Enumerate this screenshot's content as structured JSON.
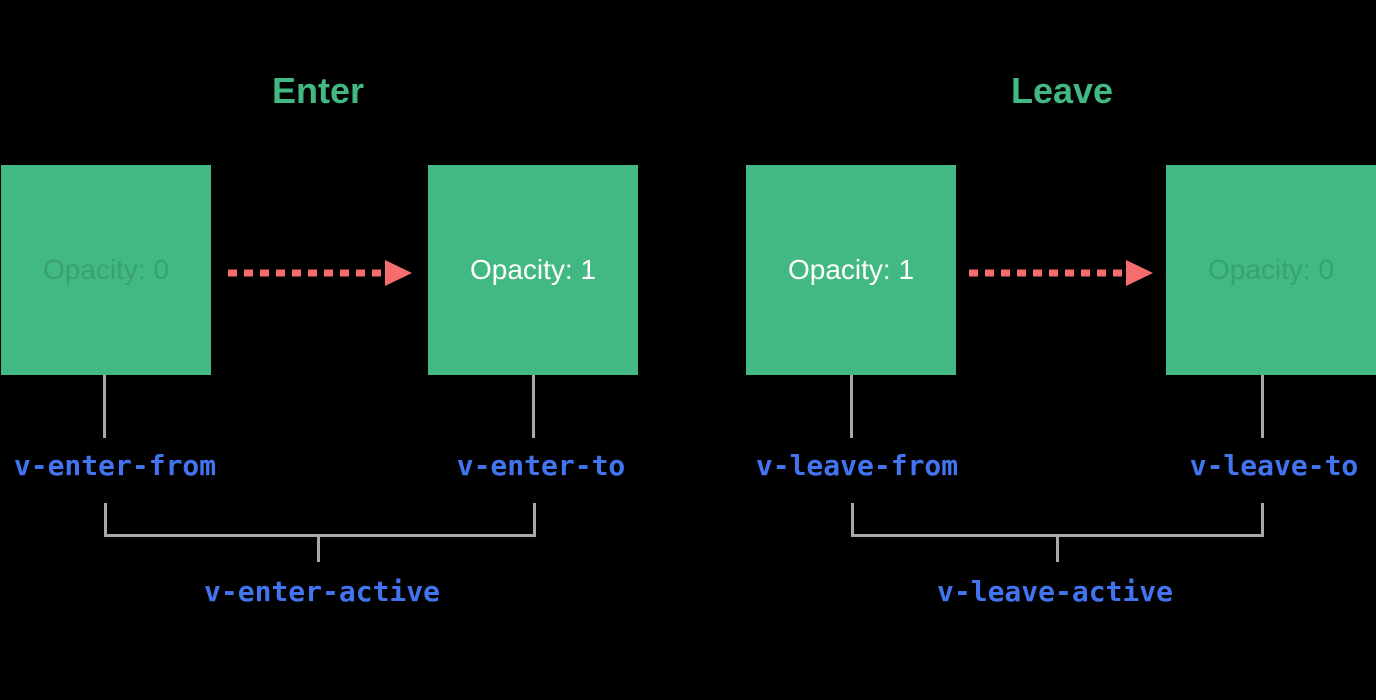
{
  "colors": {
    "background": "#000000",
    "box_green": "#42b883",
    "title_green": "#42b883",
    "label_blue": "#4374f0",
    "arrow_red": "#f66d6d",
    "line_gray": "#a9a9a9",
    "box_text_white": "#ffffff"
  },
  "enter": {
    "title": "Enter",
    "from_box_text": "Opacity: 0",
    "to_box_text": "Opacity: 1",
    "from_label": "v-enter-from",
    "to_label": "v-enter-to",
    "active_label": "v-enter-active"
  },
  "leave": {
    "title": "Leave",
    "from_box_text": "Opacity: 1",
    "to_box_text": "Opacity: 0",
    "from_label": "v-leave-from",
    "to_label": "v-leave-to",
    "active_label": "v-leave-active"
  }
}
